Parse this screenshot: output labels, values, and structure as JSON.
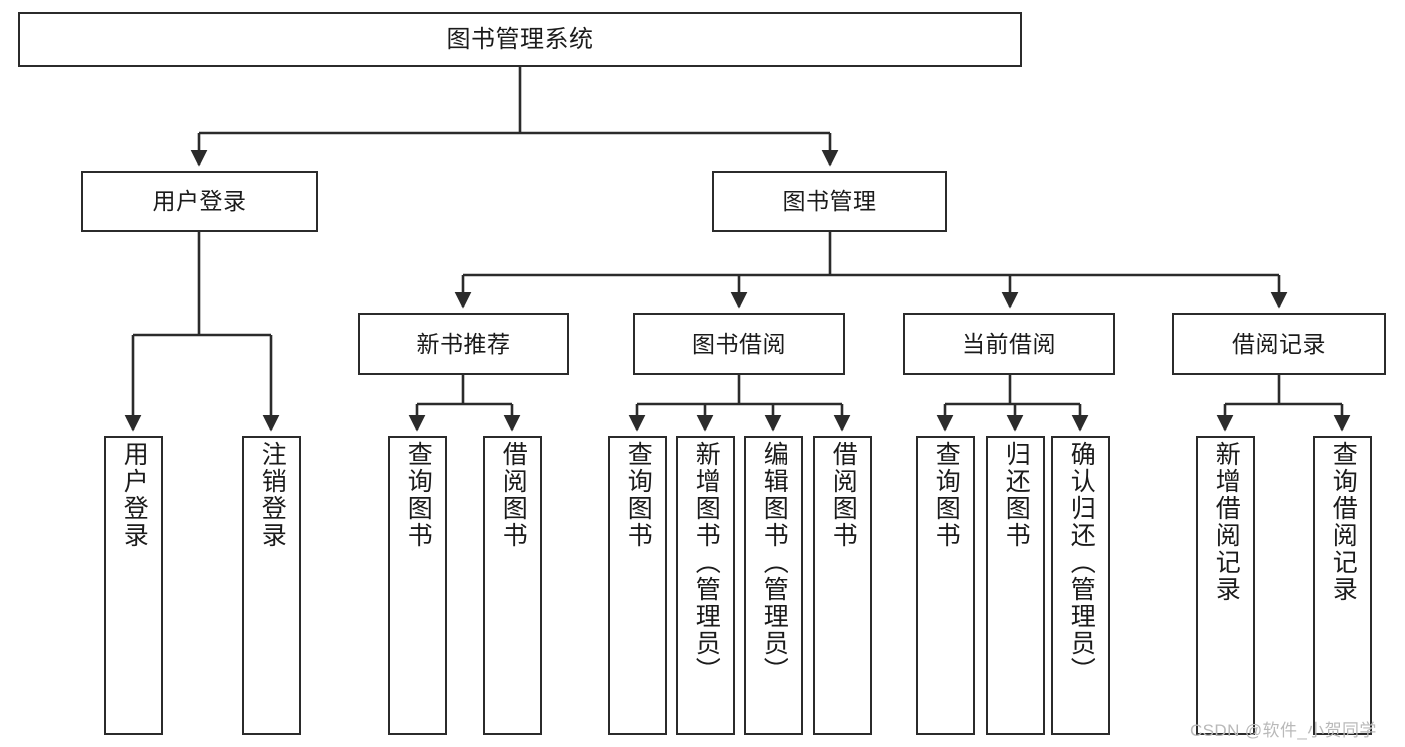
{
  "diagram": {
    "title": "图书管理系统",
    "type": "tree-hierarchy",
    "stroke_color": "#2b2b2b",
    "background_color": "#ffffff",
    "text_color": "#1b1b1b"
  },
  "root": {
    "label": "图书管理系统"
  },
  "level2": [
    {
      "label": "用户登录"
    },
    {
      "label": "图书管理"
    }
  ],
  "level3": [
    {
      "label": "新书推荐"
    },
    {
      "label": "图书借阅"
    },
    {
      "label": "当前借阅"
    },
    {
      "label": "借阅记录"
    }
  ],
  "leaves": {
    "user_login": [
      {
        "label": "用户登录"
      },
      {
        "label": "注销登录"
      }
    ],
    "new_book_recommend": [
      {
        "label": "查询图书"
      },
      {
        "label": "借阅图书"
      }
    ],
    "book_borrow": [
      {
        "label": "查询图书"
      },
      {
        "label": "新增图书（管理员）"
      },
      {
        "label": "编辑图书（管理员）"
      },
      {
        "label": "借阅图书"
      }
    ],
    "current_borrow": [
      {
        "label": "查询图书"
      },
      {
        "label": "归还图书"
      },
      {
        "label": "确认归还（管理员）"
      }
    ],
    "borrow_records": [
      {
        "label": "新增借阅记录"
      },
      {
        "label": "查询借阅记录"
      }
    ]
  },
  "watermark": {
    "text": "CSDN @软件_小贺同学"
  }
}
